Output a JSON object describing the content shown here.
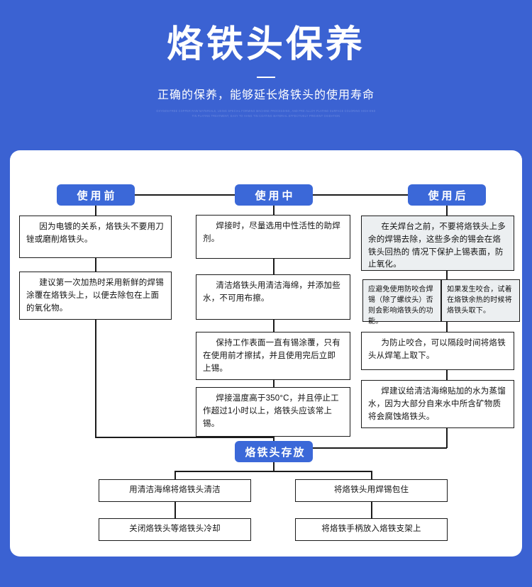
{
  "header": {
    "title": "烙铁头保养",
    "subtitle": "正确的保养，能够延长烙铁头的使用寿命",
    "fineprint_line1": "OXYGEN-FREE COPPER RAW MATERIALS, USING SPECIAL FORMING MACHINE PROCESSING, AND PRE-ALLOY PLATING SURFACE COLORING HIGH-END",
    "fineprint_line2": "TIN PLATING TREATMENT, EASY TO HANG TIN COATING MATERIAL EFFECTIVELY PREVENT OXIDATION"
  },
  "colors": {
    "background": "#3b62d2",
    "panel": "#ffffff",
    "pill": "#3b68d8",
    "box_border": "#1b1b1b",
    "box_grey": "#eceff1",
    "text": "#121212"
  },
  "columns": [
    {
      "pill": "使用前",
      "boxes": [
        "因为电镀的关系，烙铁头不要用刀锉或磨削烙铁头。",
        "建议第一次加热时采用新鲜的焊锡涂覆在烙铁头上，以便去除包在上面的氧化物。"
      ]
    },
    {
      "pill": "使用中",
      "boxes": [
        "焊接时，尽量选用中性活性的助焊剂。",
        "清洁烙铁头用清洁海绵，并添加些水，不可用布擦。",
        "保持工作表面一直有锡涂覆，只有在使用前才擦拭，并且使用完后立即上锡。",
        "焊接温度高于350°C，并且停止工作超过1小时以上，烙铁头应该常上锡。"
      ]
    },
    {
      "pill": "使用后",
      "boxes": [
        "在关焊台之前，不要将烙铁头上多余的焊锡去除，这些多余的锡会在烙铁头回热的 情况下保护上锡表面，防止氧化。",
        "为防止咬合，可以隔段时间将烙铁头从焊笔上取下。",
        "焊建议给清洁海绵贴加的水为蒸馏水，因为大部分自来水中所含矿物质将会腐蚀烙铁头。"
      ],
      "split_boxes": [
        "应避免使用防咬合焊锡（除了螺纹头）否则会影响烙铁头的功能。",
        "如果发生咬合，试着在烙铁余热的时候将烙铁头取下。"
      ]
    }
  ],
  "storage": {
    "pill": "烙铁头存放",
    "left_steps": [
      "用清洁海绵将烙铁头清洁",
      "关闭烙铁头等烙铁头冷却"
    ],
    "right_steps": [
      "将烙铁头用焊锡包住",
      "将烙铁手柄放入烙铁支架上"
    ]
  }
}
